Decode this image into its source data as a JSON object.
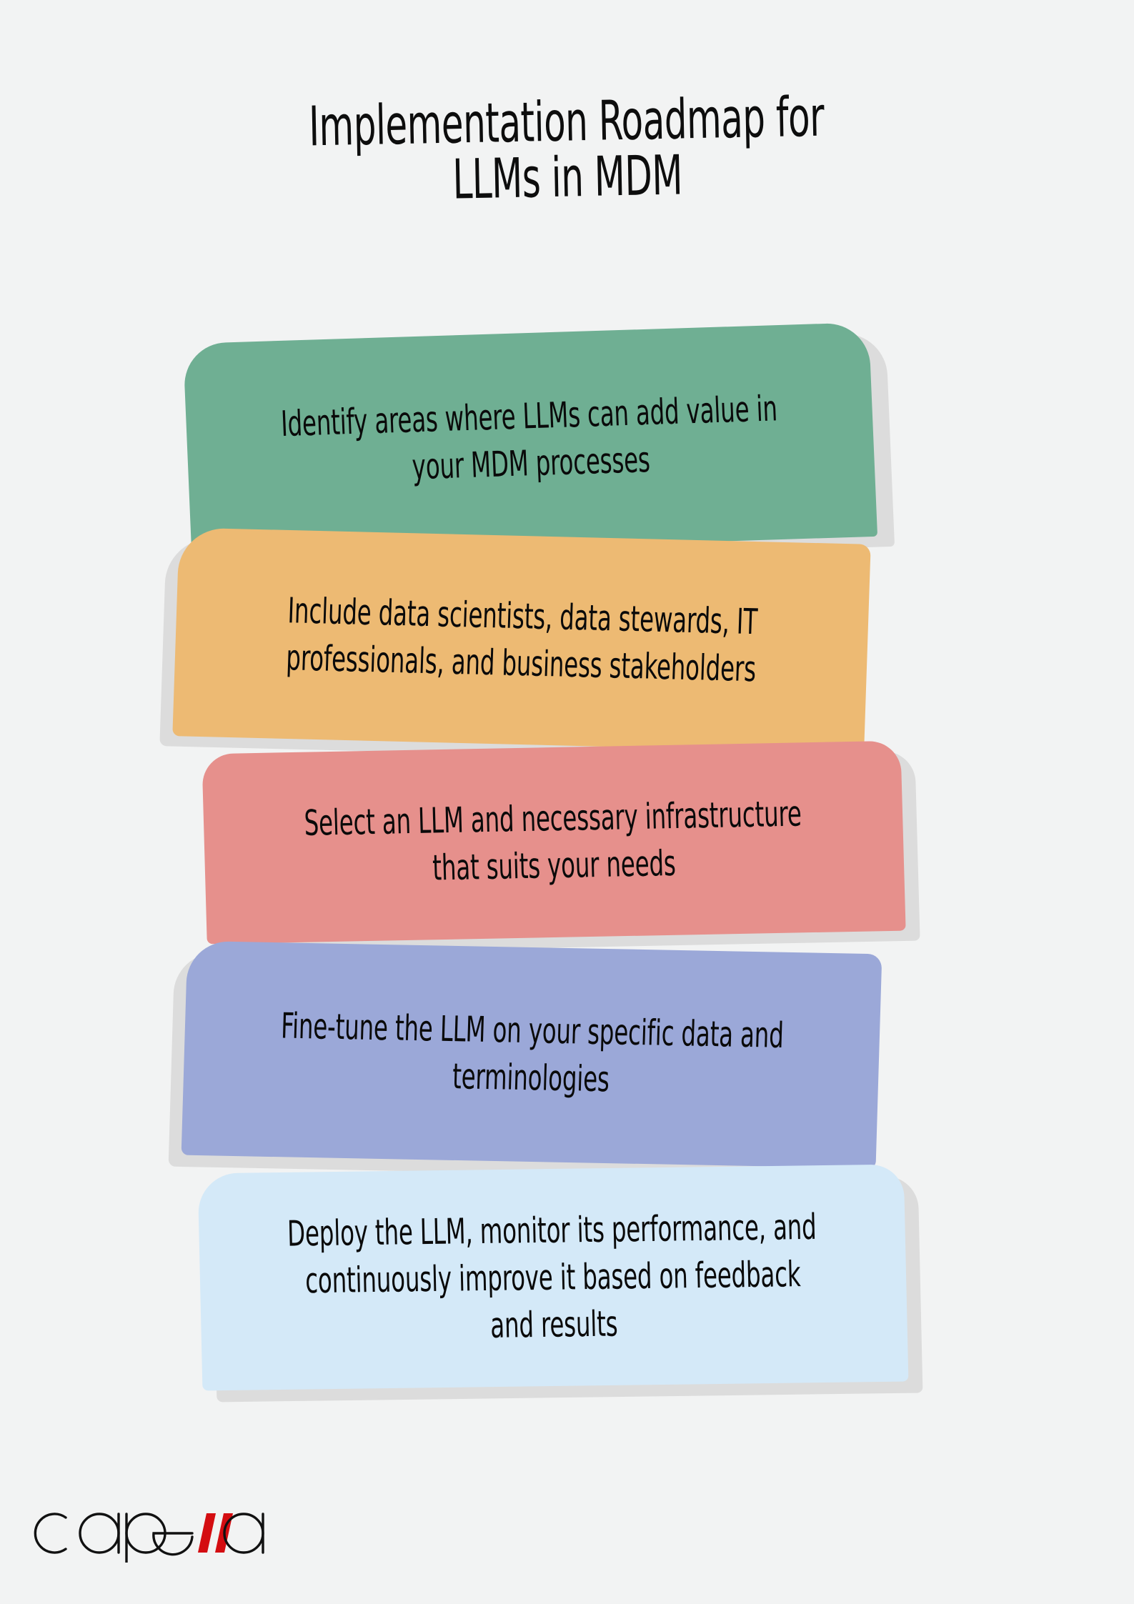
{
  "page": {
    "background_color": "#F2F3F3",
    "text_color": "#0A0A0A"
  },
  "title": {
    "line1": "Implementation Roadmap for",
    "line2": "LLMs in MDM"
  },
  "roadmap": {
    "steps": [
      {
        "order": 1,
        "text": "Identify areas where LLMs can add value in your MDM processes",
        "color": "#6FAF93",
        "color_name": "green"
      },
      {
        "order": 2,
        "text": "Include data scientists, data stewards, IT professionals, and business stakeholders",
        "color": "#EDBA73",
        "color_name": "orange"
      },
      {
        "order": 3,
        "text": "Select an LLM and necessary infrastructure that suits your needs",
        "color": "#E6908C",
        "color_name": "salmon"
      },
      {
        "order": 4,
        "text": "Fine-tune the LLM on your specific data and terminologies",
        "color": "#9BA8D8",
        "color_name": "periwinkle"
      },
      {
        "order": 5,
        "text": "Deploy the LLM, monitor its performance, and continuously improve it based on feedback and results",
        "color": "#D4E9F8",
        "color_name": "light-blue"
      }
    ],
    "shadow_color": "#DCDCDC"
  },
  "logo": {
    "text": "capella",
    "part_black_1": "cape",
    "part_red": "ll",
    "part_black_2": "a",
    "black_color": "#111111",
    "red_color": "#D40D11"
  }
}
